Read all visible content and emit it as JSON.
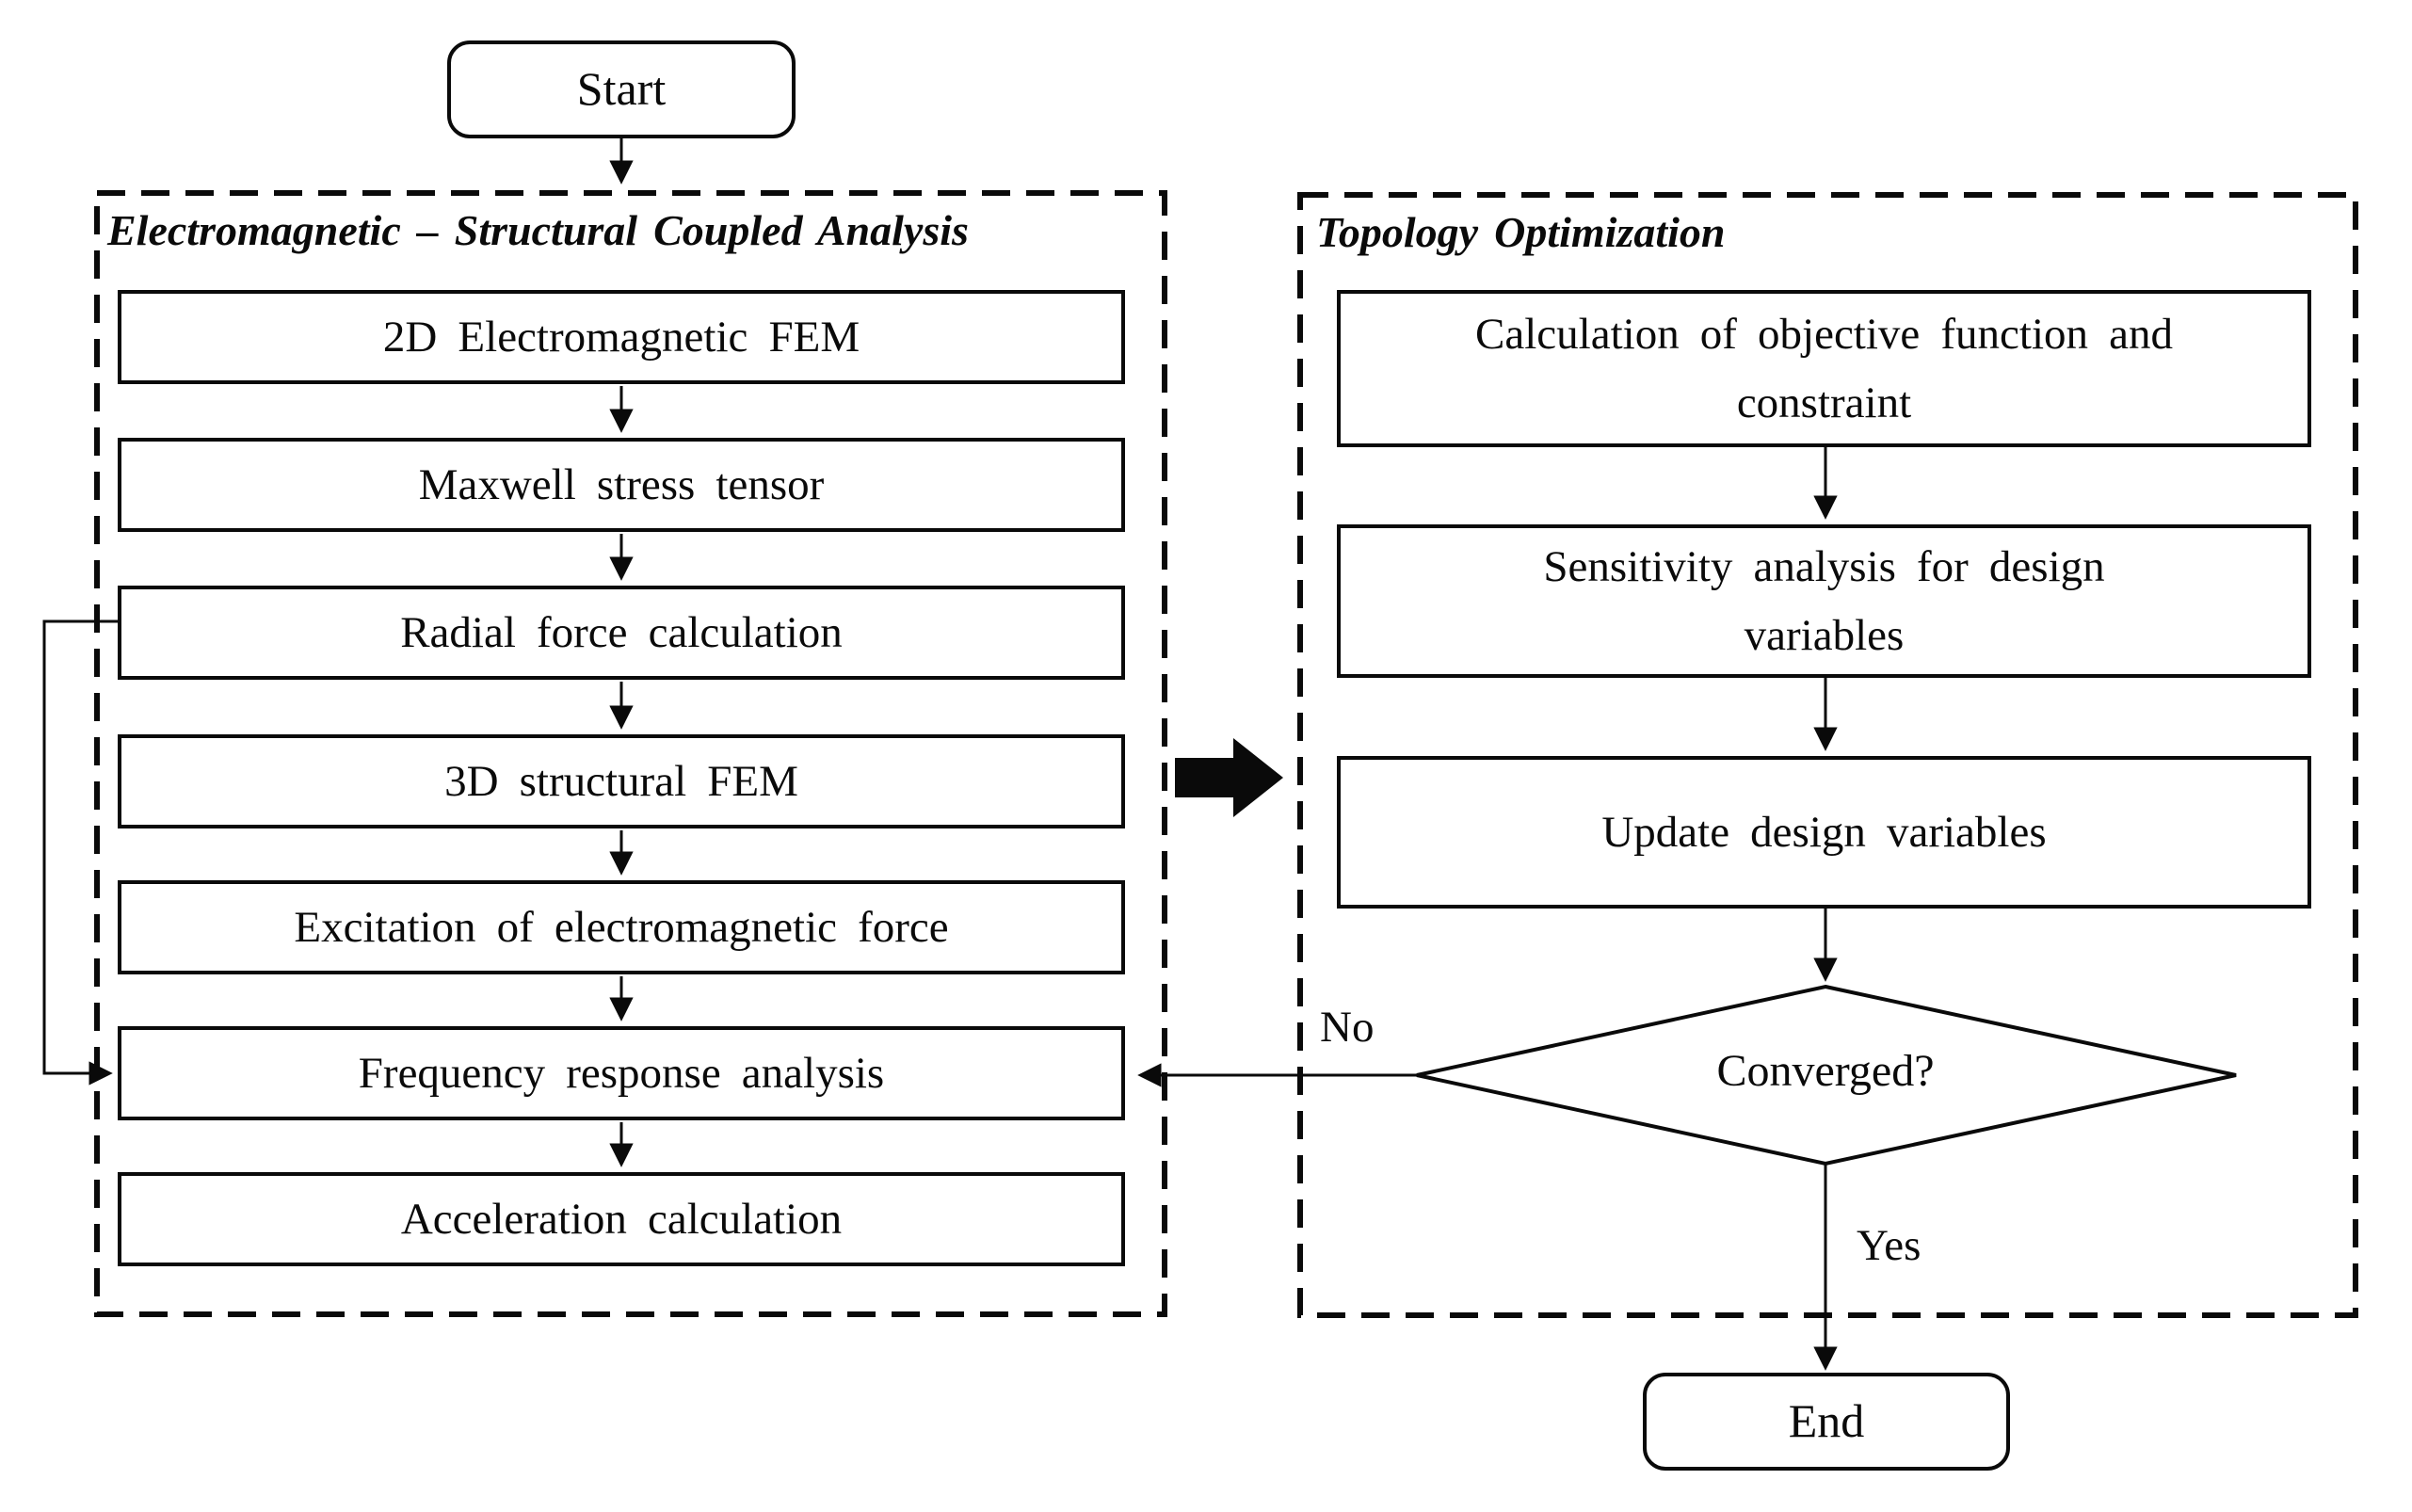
{
  "diagram": {
    "colors": {
      "stroke": "#0a0a0a",
      "background": "#ffffff"
    },
    "start_label": "Start",
    "end_label": "End",
    "left_panel": {
      "title": "Electromagnetic – Structural Coupled Analysis",
      "steps": [
        "2D Electromagnetic FEM",
        "Maxwell stress tensor",
        "Radial force calculation",
        "3D structural FEM",
        "Excitation of electromagnetic force",
        "Frequency response analysis",
        "Acceleration calculation"
      ]
    },
    "right_panel": {
      "title": "Topology Optimization",
      "steps": [
        "Calculation of objective function and\nconstraint",
        "Sensitivity analysis for design\nvariables",
        "Update design variables"
      ]
    },
    "decision": {
      "label": "Converged?",
      "no_label": "No",
      "yes_label": "Yes"
    },
    "edges": [
      {
        "from": "Start",
        "to": "2D Electromagnetic FEM"
      },
      {
        "from": "2D Electromagnetic FEM",
        "to": "Maxwell stress tensor"
      },
      {
        "from": "Maxwell stress tensor",
        "to": "Radial force calculation"
      },
      {
        "from": "Radial force calculation",
        "to": "3D structural FEM"
      },
      {
        "from": "3D structural FEM",
        "to": "Excitation of electromagnetic force"
      },
      {
        "from": "Excitation of electromagnetic force",
        "to": "Frequency response analysis"
      },
      {
        "from": "Frequency response analysis",
        "to": "Acceleration calculation"
      },
      {
        "from": "Radial force calculation",
        "to": "Frequency response analysis",
        "type": "feedback-loop"
      },
      {
        "from": "Electromagnetic – Structural Coupled Analysis",
        "to": "Topology Optimization",
        "type": "block-arrow"
      },
      {
        "from": "Calculation of objective function and constraint",
        "to": "Sensitivity analysis for design variables"
      },
      {
        "from": "Sensitivity analysis for design variables",
        "to": "Update design variables"
      },
      {
        "from": "Update design variables",
        "to": "Converged?"
      },
      {
        "from": "Converged?",
        "to": "Frequency response analysis",
        "label": "No"
      },
      {
        "from": "Converged?",
        "to": "End",
        "label": "Yes"
      }
    ]
  }
}
